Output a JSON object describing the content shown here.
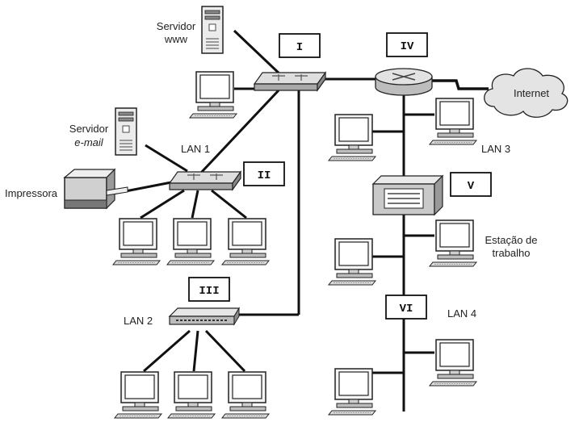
{
  "labels": {
    "server_www_line1": "Servidor",
    "server_www_line2": "www",
    "server_email_line1": "Servidor",
    "server_email_line2": "e-mail",
    "printer": "Impressora",
    "lan1": "LAN 1",
    "lan2": "LAN 2",
    "lan3": "LAN 3",
    "lan4": "LAN 4",
    "internet": "Internet",
    "workstation_line1": "Estação de",
    "workstation_line2": "trabalho"
  },
  "boxes": {
    "b1": "I",
    "b2": "II",
    "b3": "III",
    "b4": "IV",
    "b5": "V",
    "b6": "VI"
  }
}
